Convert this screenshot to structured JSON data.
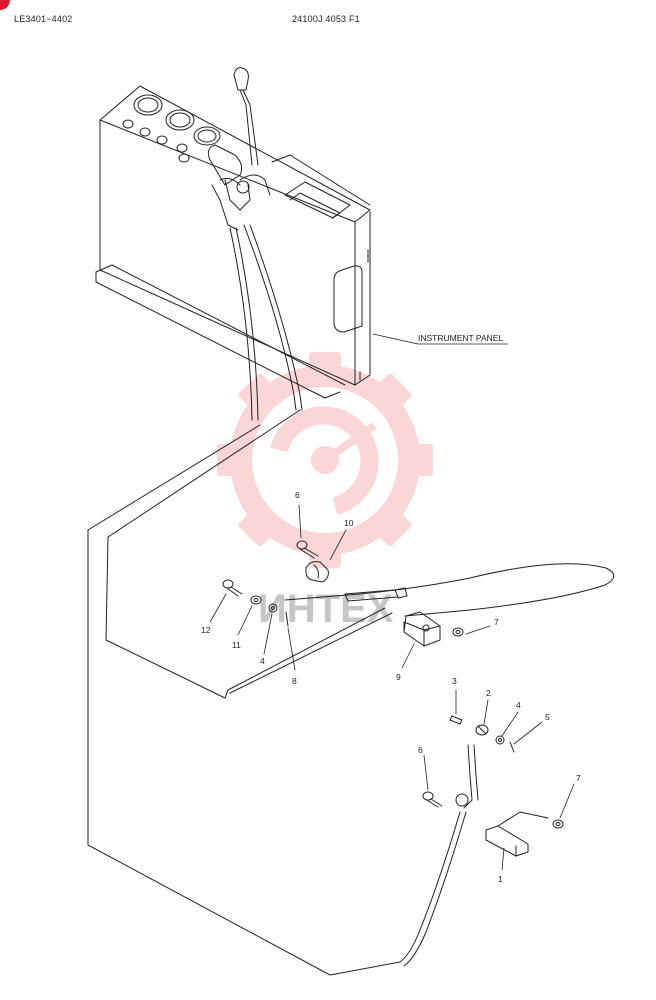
{
  "header": {
    "doc_range": "LE3401~4402",
    "part_code": "24100J 4053 F1"
  },
  "callouts": {
    "instrument_panel": "INSTRUMENT PANEL"
  },
  "parts": [
    {
      "id": "p1",
      "number": "1"
    },
    {
      "id": "p2",
      "number": "2"
    },
    {
      "id": "p3",
      "number": "3"
    },
    {
      "id": "p4a",
      "number": "4"
    },
    {
      "id": "p4b",
      "number": "4"
    },
    {
      "id": "p5",
      "number": "5"
    },
    {
      "id": "p6a",
      "number": "6"
    },
    {
      "id": "p6b",
      "number": "6"
    },
    {
      "id": "p7a",
      "number": "7"
    },
    {
      "id": "p7b",
      "number": "7"
    },
    {
      "id": "p8",
      "number": "8"
    },
    {
      "id": "p9",
      "number": "9"
    },
    {
      "id": "p10",
      "number": "10"
    },
    {
      "id": "p11",
      "number": "11"
    },
    {
      "id": "p12",
      "number": "12"
    }
  ],
  "watermark": {
    "text": "ИНТЕХ",
    "color": "#f03a3a"
  },
  "colors": {
    "line": "#222222",
    "accent": "#e0182c"
  }
}
